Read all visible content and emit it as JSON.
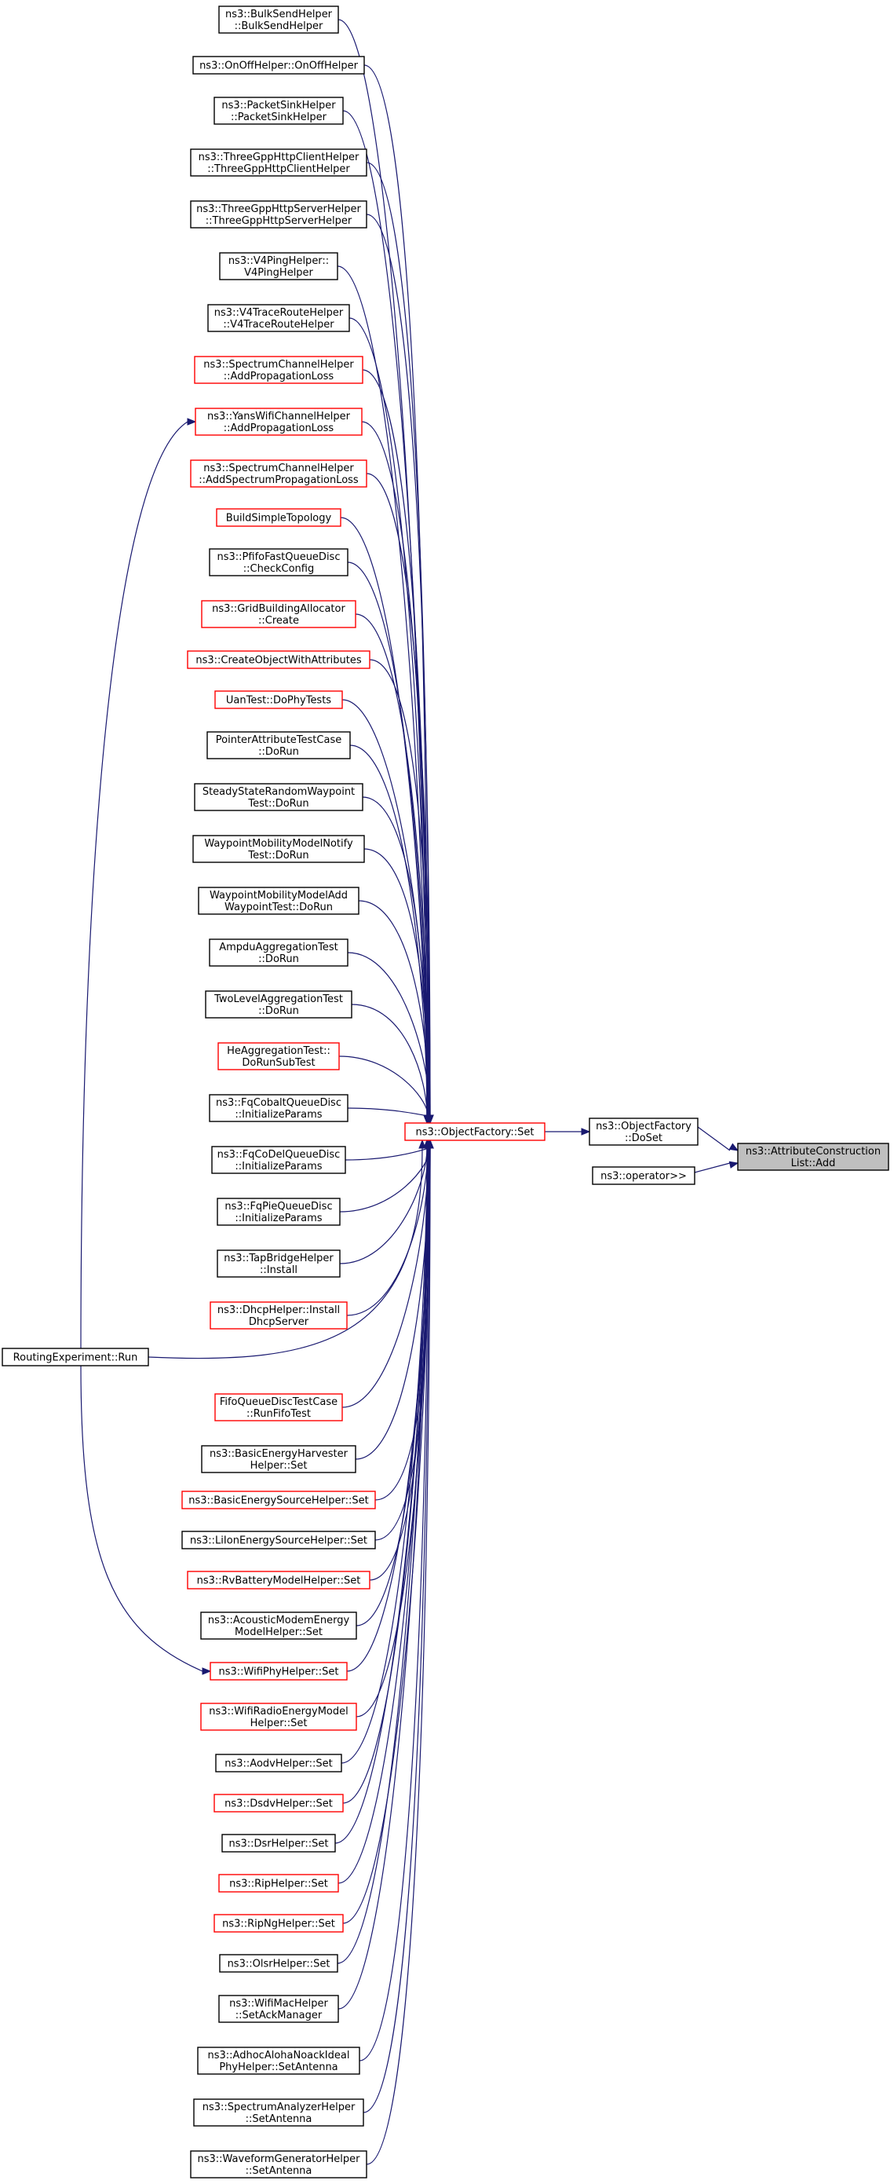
{
  "diagram": {
    "focus_node": {
      "id": "add",
      "lines": [
        "ns3::AttributeConstruction",
        "List::Add"
      ]
    },
    "callers_of_focus": [
      {
        "id": "doset",
        "lines": [
          "ns3::ObjectFactory",
          "::DoSet"
        ],
        "border": "black"
      },
      {
        "id": "operator",
        "lines": [
          "ns3::operator>>"
        ],
        "border": "black"
      }
    ],
    "hub": {
      "id": "set",
      "lines": [
        "ns3::ObjectFactory::Set"
      ],
      "border": "red"
    },
    "callers_of_hub": [
      {
        "id": "c01",
        "lines": [
          "ns3::BulkSendHelper",
          "::BulkSendHelper"
        ],
        "border": "black"
      },
      {
        "id": "c02",
        "lines": [
          "ns3::OnOffHelper::OnOffHelper"
        ],
        "border": "black"
      },
      {
        "id": "c03",
        "lines": [
          "ns3::PacketSinkHelper",
          "::PacketSinkHelper"
        ],
        "border": "black"
      },
      {
        "id": "c04",
        "lines": [
          "ns3::ThreeGppHttpClientHelper",
          "::ThreeGppHttpClientHelper"
        ],
        "border": "black"
      },
      {
        "id": "c05",
        "lines": [
          "ns3::ThreeGppHttpServerHelper",
          "::ThreeGppHttpServerHelper"
        ],
        "border": "black"
      },
      {
        "id": "c06",
        "lines": [
          "ns3::V4PingHelper::",
          "V4PingHelper"
        ],
        "border": "black"
      },
      {
        "id": "c07",
        "lines": [
          "ns3::V4TraceRouteHelper",
          "::V4TraceRouteHelper"
        ],
        "border": "black"
      },
      {
        "id": "c08",
        "lines": [
          "ns3::SpectrumChannelHelper",
          "::AddPropagationLoss"
        ],
        "border": "red"
      },
      {
        "id": "c09",
        "lines": [
          "ns3::YansWifiChannelHelper",
          "::AddPropagationLoss"
        ],
        "border": "red"
      },
      {
        "id": "c10",
        "lines": [
          "ns3::SpectrumChannelHelper",
          "::AddSpectrumPropagationLoss"
        ],
        "border": "red"
      },
      {
        "id": "c11",
        "lines": [
          "BuildSimpleTopology"
        ],
        "border": "red"
      },
      {
        "id": "c12",
        "lines": [
          "ns3::PfifoFastQueueDisc",
          "::CheckConfig"
        ],
        "border": "black"
      },
      {
        "id": "c13",
        "lines": [
          "ns3::GridBuildingAllocator",
          "::Create"
        ],
        "border": "red"
      },
      {
        "id": "c14",
        "lines": [
          "ns3::CreateObjectWithAttributes"
        ],
        "border": "red"
      },
      {
        "id": "c15",
        "lines": [
          "UanTest::DoPhyTests"
        ],
        "border": "red"
      },
      {
        "id": "c16",
        "lines": [
          "PointerAttributeTestCase",
          "::DoRun"
        ],
        "border": "black"
      },
      {
        "id": "c17",
        "lines": [
          "SteadyStateRandomWaypoint",
          "Test::DoRun"
        ],
        "border": "black"
      },
      {
        "id": "c18",
        "lines": [
          "WaypointMobilityModelNotify",
          "Test::DoRun"
        ],
        "border": "black"
      },
      {
        "id": "c19",
        "lines": [
          "WaypointMobilityModelAdd",
          "WaypointTest::DoRun"
        ],
        "border": "black"
      },
      {
        "id": "c20",
        "lines": [
          "AmpduAggregationTest",
          "::DoRun"
        ],
        "border": "black"
      },
      {
        "id": "c21",
        "lines": [
          "TwoLevelAggregationTest",
          "::DoRun"
        ],
        "border": "black"
      },
      {
        "id": "c22",
        "lines": [
          "HeAggregationTest::",
          "DoRunSubTest"
        ],
        "border": "red"
      },
      {
        "id": "c23",
        "lines": [
          "ns3::FqCobaltQueueDisc",
          "::InitializeParams"
        ],
        "border": "black"
      },
      {
        "id": "c24",
        "lines": [
          "ns3::FqCoDelQueueDisc",
          "::InitializeParams"
        ],
        "border": "black"
      },
      {
        "id": "c25",
        "lines": [
          "ns3::FqPieQueueDisc",
          "::InitializeParams"
        ],
        "border": "black"
      },
      {
        "id": "c26",
        "lines": [
          "ns3::TapBridgeHelper",
          "::Install"
        ],
        "border": "black"
      },
      {
        "id": "c27",
        "lines": [
          "ns3::DhcpHelper::Install",
          "DhcpServer"
        ],
        "border": "red"
      },
      {
        "id": "c28",
        "lines": [
          "FifoQueueDiscTestCase",
          "::RunFifoTest"
        ],
        "border": "red"
      },
      {
        "id": "c29",
        "lines": [
          "ns3::BasicEnergyHarvester",
          "Helper::Set"
        ],
        "border": "black"
      },
      {
        "id": "c30",
        "lines": [
          "ns3::BasicEnergySourceHelper::Set"
        ],
        "border": "red"
      },
      {
        "id": "c31",
        "lines": [
          "ns3::LiIonEnergySourceHelper::Set"
        ],
        "border": "black"
      },
      {
        "id": "c32",
        "lines": [
          "ns3::RvBatteryModelHelper::Set"
        ],
        "border": "red"
      },
      {
        "id": "c33",
        "lines": [
          "ns3::AcousticModemEnergy",
          "ModelHelper::Set"
        ],
        "border": "black"
      },
      {
        "id": "c34",
        "lines": [
          "ns3::WifiPhyHelper::Set"
        ],
        "border": "red"
      },
      {
        "id": "c35",
        "lines": [
          "ns3::WifiRadioEnergyModel",
          "Helper::Set"
        ],
        "border": "red"
      },
      {
        "id": "c36",
        "lines": [
          "ns3::AodvHelper::Set"
        ],
        "border": "black"
      },
      {
        "id": "c37",
        "lines": [
          "ns3::DsdvHelper::Set"
        ],
        "border": "red"
      },
      {
        "id": "c38",
        "lines": [
          "ns3::DsrHelper::Set"
        ],
        "border": "black"
      },
      {
        "id": "c39",
        "lines": [
          "ns3::RipHelper::Set"
        ],
        "border": "red"
      },
      {
        "id": "c40",
        "lines": [
          "ns3::RipNgHelper::Set"
        ],
        "border": "red"
      },
      {
        "id": "c41",
        "lines": [
          "ns3::OlsrHelper::Set"
        ],
        "border": "black"
      },
      {
        "id": "c42",
        "lines": [
          "ns3::WifiMacHelper",
          "::SetAckManager"
        ],
        "border": "black"
      },
      {
        "id": "c43",
        "lines": [
          "ns3::AdhocAlohaNoackIdeal",
          "PhyHelper::SetAntenna"
        ],
        "border": "black"
      },
      {
        "id": "c44",
        "lines": [
          "ns3::SpectrumAnalyzerHelper",
          "::SetAntenna"
        ],
        "border": "black"
      },
      {
        "id": "c45",
        "lines": [
          "ns3::WaveformGeneratorHelper",
          "::SetAntenna"
        ],
        "border": "black"
      }
    ],
    "outer_caller": {
      "id": "routing",
      "lines": [
        "RoutingExperiment::Run"
      ],
      "border": "black"
    }
  }
}
